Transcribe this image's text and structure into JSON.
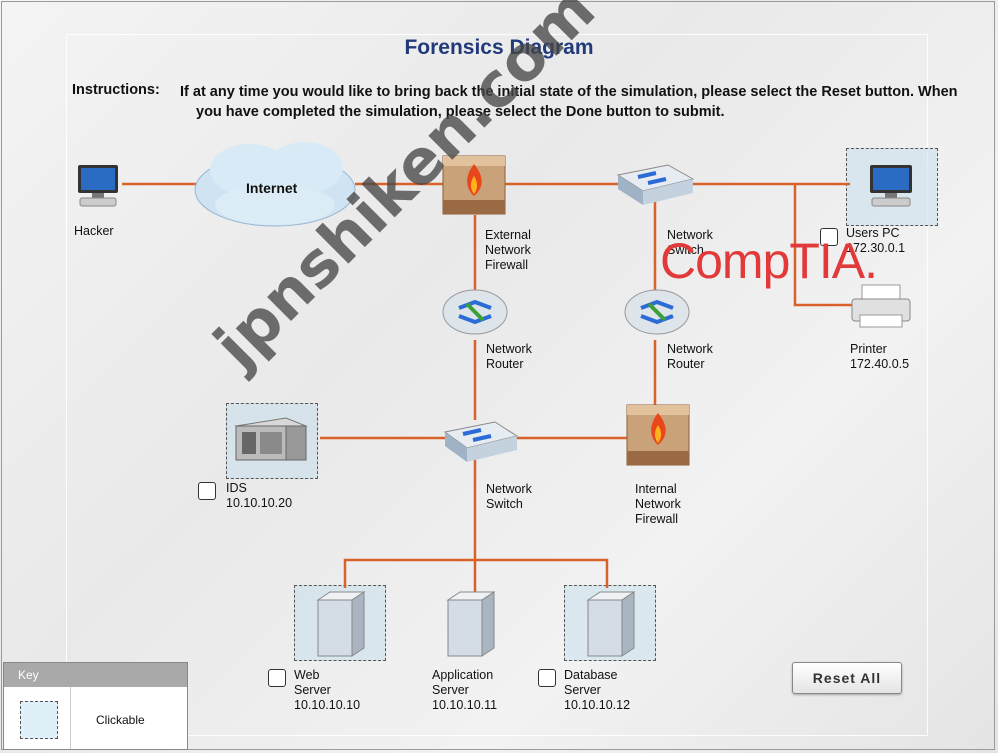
{
  "title": "Forensics Diagram",
  "instructions": {
    "label": "Instructions:",
    "text": "If at any time you would like to bring back the initial state of the simulation, please select the Reset button. When you have completed the simulation, please select the Done button to submit."
  },
  "nodes": {
    "hacker": {
      "label": "Hacker"
    },
    "internet": {
      "label": "Internet"
    },
    "external_firewall": {
      "line1": "External",
      "line2": "Network",
      "line3": "Firewall"
    },
    "router_left": {
      "line1": "Network",
      "line2": "Router"
    },
    "router_right": {
      "line1": "Network",
      "line2": "Router"
    },
    "switch_top": {
      "line1": "Network",
      "line2": "Switch"
    },
    "switch_center": {
      "line1": "Network",
      "line2": "Switch"
    },
    "internal_firewall": {
      "line1": "Internal",
      "line2": "Network",
      "line3": "Firewall"
    },
    "users_pc": {
      "line1": "Users PC",
      "line2": "172.30.0.1"
    },
    "printer": {
      "line1": "Printer",
      "line2": "172.40.0.5"
    },
    "ids": {
      "line1": "IDS",
      "line2": "10.10.10.20"
    },
    "web_server": {
      "line1": "Web",
      "line2": "Server",
      "line3": "10.10.10.10"
    },
    "app_server": {
      "line1": "Application",
      "line2": "Server",
      "line3": "10.10.10.11"
    },
    "db_server": {
      "line1": "Database",
      "line2": "Server",
      "line3": "10.10.10.12"
    }
  },
  "brand": {
    "logo": "CompTIA.",
    "color": "#e23a3a"
  },
  "watermark": "jpnshiken.com",
  "key": {
    "title": "Key",
    "item": "Clickable"
  },
  "buttons": {
    "reset": "Reset All"
  },
  "colors": {
    "link": "#d9622b",
    "title": "#223a7a"
  }
}
